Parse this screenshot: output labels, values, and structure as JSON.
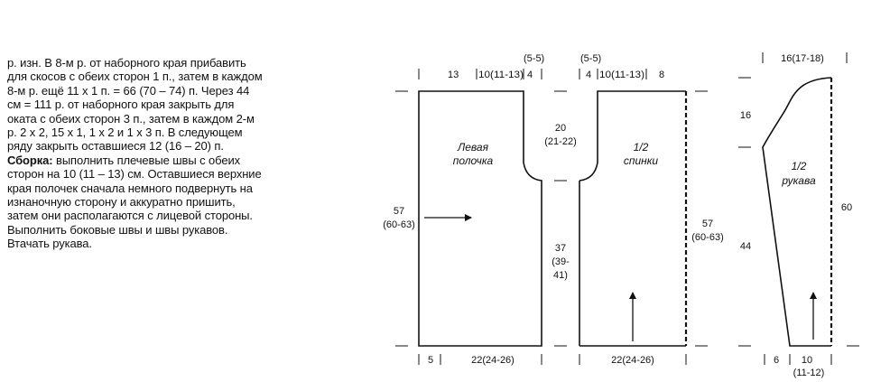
{
  "instructions": {
    "para1": "р. изн. В 8-м р. от наборного края прибавить для скосов с обеих сторон 1 п., затем в каждом 8-м р. ещё 11 х 1 п. = 66 (70 – 74) п. Через 44 см = 111 р. от наборного края закрыть для оката с обеих сторон 3 п., затем в каждом 2-м р. 2 х 2, 15 х 1, 1 х 2 и 1 х 3 п. В следующем ряду закрыть оставшиеся 12 (16 – 20) п.",
    "assembly_label": "Сборка:",
    "assembly_text": " выполнить плечевые швы с обеих сторон на 10 (11 – 13) см. Оставшиеся верхние края полочек сначала немного подвернуть на изнаночную сторону и аккуратно пришить, затем они располагаются с лицевой стороны. Выполнить боковые швы и швы рукавов. Втачать рукава."
  },
  "front": {
    "label_line1": "Левая",
    "label_line2": "полочка",
    "top_left": "13",
    "top_mid": "10(11-13)",
    "top_right": "4",
    "top_right_alt": "(5-5)",
    "height": "57",
    "height_alt": "(60-63)",
    "bottom_left": "5",
    "bottom_width": "22(24-26)"
  },
  "center": {
    "armhole": "20",
    "armhole_alt": "(21-22)",
    "side": "37",
    "side_alt1": "(39-",
    "side_alt2": "41)"
  },
  "back": {
    "label_line1": "1/2",
    "label_line2": "спинки",
    "top_left": "4",
    "top_left_alt": "(5-5)",
    "top_mid": "10(11-13)",
    "top_right": "8",
    "height": "57",
    "height_alt": "(60-63)",
    "bottom_width": "22(24-26)"
  },
  "sleeve": {
    "label_line1": "1/2",
    "label_line2": "рукава",
    "top_width": "16(17-18)",
    "cap_height": "16",
    "body_height": "44",
    "total_height": "60",
    "bottom_left": "6",
    "bottom_width": "10",
    "bottom_width_alt": "(11-12)"
  }
}
